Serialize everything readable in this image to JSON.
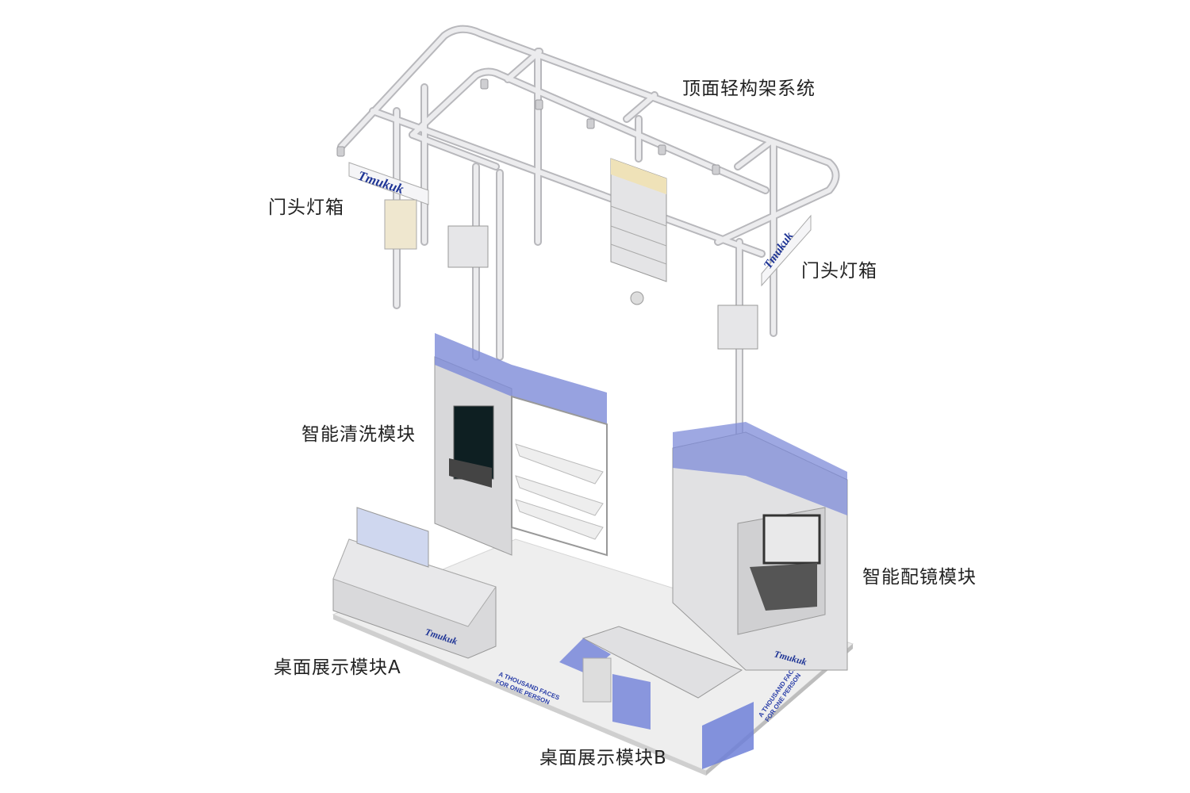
{
  "labels": {
    "ceiling_frame": "顶面轻构架系统",
    "door_lightbox_left": "门头灯箱",
    "door_lightbox_right": "门头灯箱",
    "smart_cleaning": "智能清洗模块",
    "smart_fitting": "智能配镜模块",
    "desk_display_a": "桌面展示模块A",
    "desk_display_b": "桌面展示模块B"
  },
  "floor_slogan": {
    "line1": "A THOUSAND FACES",
    "line2": "FOR ONE PERSON"
  },
  "brand_logo": "Tmukuk",
  "colors": {
    "frame": "#e8e8ea",
    "frame_edge": "#b8b8bc",
    "glass_blue": "#6f80d8",
    "brand_blue": "#2b3fa8",
    "floor": "#eeeeee",
    "cabinet": "#dcdcde"
  }
}
